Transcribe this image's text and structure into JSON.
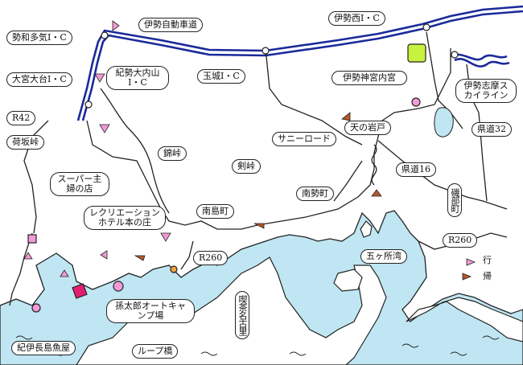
{
  "map": {
    "labels": {
      "ise_expressway": "伊勢自動車道",
      "seiwa_taki_ic": "勢和多気I・C",
      "ise_nishi_ic": "伊勢西I・C",
      "tamaki_ic": "玉城I・C",
      "omiya_odai_ic": "大宮大台I・C",
      "kisei_ouchiyama_ic": "紀勢大内山I・C",
      "r42": "R42",
      "kogakyo": "荷坂峠",
      "ise_jingu_naiku": "伊勢神宮内宮",
      "ama_no_iwato": "天の岩戸",
      "ise_shima_skyline": "伊勢志摩スカイライン",
      "prefroad_32": "県道32",
      "tsurugi_toge": "剣峠",
      "sunny_road": "サニーロード",
      "nishiki_toge": "錦峠",
      "prefroad_16": "県道16",
      "supermarket": "スーパー主婦の店",
      "nanto_cho": "南島町",
      "nansei_cho": "南勢町",
      "isobe_cho": "磯部町",
      "recreation_hotel": "レクリエーションホテル本の庄",
      "r260_west": "R260",
      "r260_east": "R260",
      "gokasho_wan": "五ヶ所湾",
      "magotaro_auto_camp": "孫太郎オートキャンプ場",
      "kissa_nagomi": "喫茶名古里",
      "kii_nagashima_fish": "紀伊長島魚屋",
      "loop_bridge": "ループ橋",
      "legend_go": "行",
      "legend_return": "帰"
    }
  }
}
